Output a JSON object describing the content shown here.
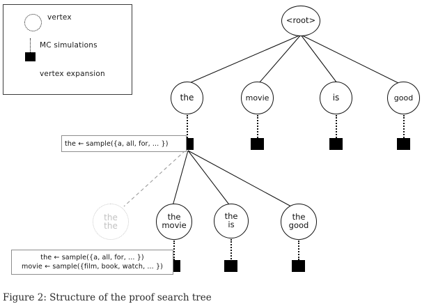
{
  "figure": {
    "caption": "Figure 2: Structure of the proof search tree"
  },
  "legend": {
    "items": [
      {
        "label": "vertex",
        "icon": "dotted-circle-icon"
      },
      {
        "label": "MC simulations",
        "icon": "black-square-icon"
      },
      {
        "label": "vertex expansion",
        "icon": "fan-lines-icon"
      }
    ]
  },
  "tree": {
    "root": {
      "label": "<root>"
    },
    "level1": [
      {
        "label": "the"
      },
      {
        "label": "movie"
      },
      {
        "label": "is"
      },
      {
        "label": "good"
      }
    ],
    "level2": [
      {
        "line1": "the",
        "line2": "the",
        "state": "ghost"
      },
      {
        "line1": "the",
        "line2": "movie",
        "state": "active"
      },
      {
        "line1": "the",
        "line2": "is",
        "state": "active"
      },
      {
        "line1": "the",
        "line2": "good",
        "state": "active"
      }
    ]
  },
  "boxes": {
    "top": {
      "lines": [
        "the ← sample({a, all, for, ... })"
      ]
    },
    "bottom": {
      "lines": [
        "the ← sample({a, all, for, ... })",
        "movie ← sample({film, book, watch, ... })"
      ]
    }
  }
}
